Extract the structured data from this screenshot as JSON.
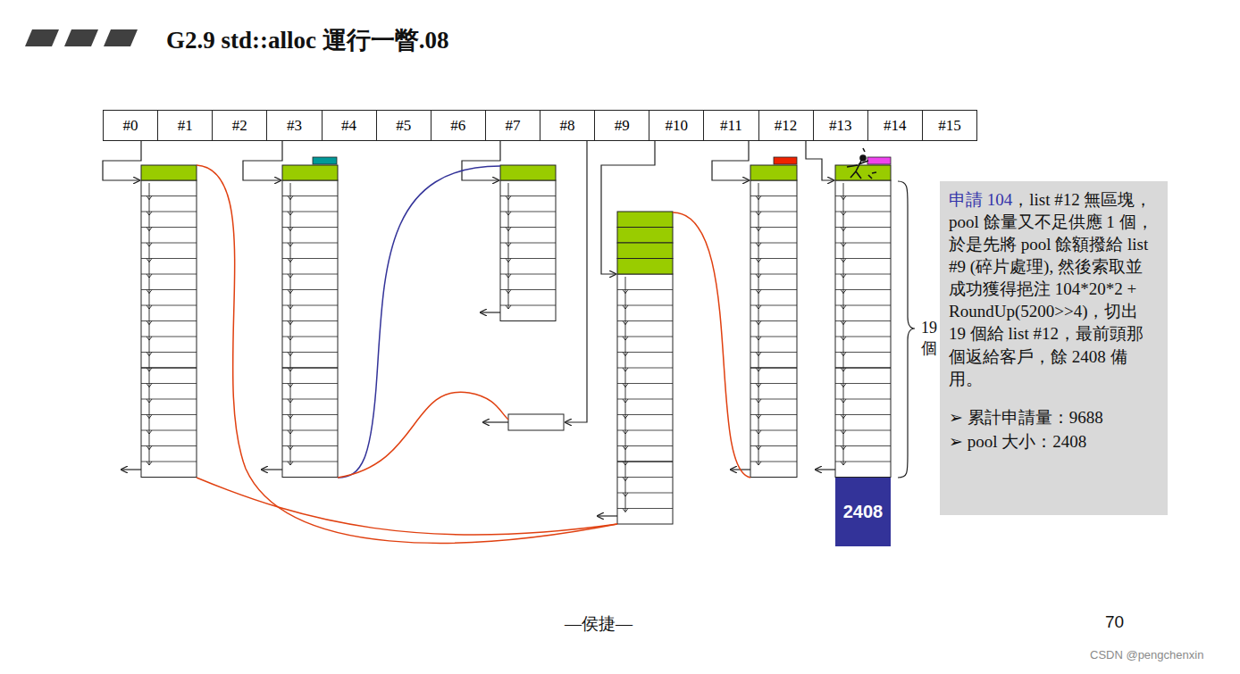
{
  "diagram": {
    "title": "G2.9 std::alloc 運行一瞥.08",
    "nodes": [
      {
        "text": [
          "#0"
        ]
      },
      {
        "text": [
          "#1"
        ]
      },
      {
        "text": [
          "#2"
        ]
      },
      {
        "text": [
          "#3"
        ]
      },
      {
        "text": [
          "#4"
        ]
      },
      {
        "text": [
          "#5"
        ]
      },
      {
        "text": [
          "#6"
        ]
      },
      {
        "text": [
          "#7"
        ]
      },
      {
        "text": [
          "#8"
        ]
      },
      {
        "text": [
          "#9"
        ]
      },
      {
        "text": [
          "#10"
        ]
      },
      {
        "text": [
          "#11"
        ]
      },
      {
        "text": [
          "#12"
        ]
      },
      {
        "text": [
          "#13"
        ]
      },
      {
        "text": [
          "#14"
        ]
      },
      {
        "text": [
          "#15"
        ]
      },
      {
        "text": [
          "2408"
        ]
      },
      {
        "text": [
          "申請 104",
          "，list #12 無區塊，pool 餘量又不足供應 1 個，於是先將 pool 餘額撥給 list #9 (碎片處理), 然後索取並成功獲得挹注 104*20*2 + RoundUp(5200>>4)，切出 19 個給 list #12，最前頭那個返給客戶，餘 2408 備用。",
          "➢ 累計申請量：9688",
          "➢ pool 大小：2408"
        ]
      }
    ],
    "labels": [
      "19 個",
      "—侯捷—",
      "70",
      "CSDN @pengchenxin"
    ]
  }
}
